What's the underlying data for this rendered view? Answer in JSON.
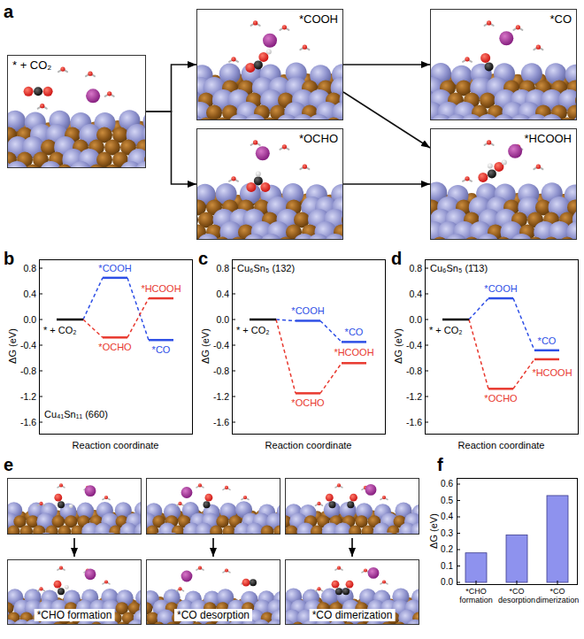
{
  "diagram": {
    "nodes": [
      {
        "text": [
          "* + CO₂"
        ]
      },
      {
        "text": [
          "*COOH"
        ]
      },
      {
        "text": [
          "*CO"
        ]
      },
      {
        "text": [
          "*OCHO"
        ]
      },
      {
        "text": [
          "*HCOOH"
        ]
      },
      {
        "text": [
          "*CHO formation"
        ]
      },
      {
        "text": [
          "*CO desorption"
        ]
      },
      {
        "text": [
          "*CO dimerization"
        ]
      }
    ],
    "edges": [
      {
        "from": 0,
        "to": 1,
        "arrow": "to"
      },
      {
        "from": 0,
        "to": 3,
        "arrow": "to"
      },
      {
        "from": 1,
        "to": 2,
        "arrow": "to"
      },
      {
        "from": 1,
        "to": 4,
        "arrow": "to"
      },
      {
        "from": 3,
        "to": 4,
        "arrow": "to"
      }
    ],
    "labels": [
      "a",
      "b",
      "c",
      "d",
      "e",
      "f",
      "ΔG (eV)",
      "0.8",
      "0.4",
      "0.0",
      "-0.4",
      "-0.8",
      "-1.2",
      "-1.6",
      "Reaction coordinate",
      "* + CO₂",
      "*COOH",
      "*OCHO",
      "*HCOOH",
      "*CO",
      "Cu₄₁Sn₁₁ (660)",
      "ΔG (eV)",
      "0.8",
      "0.4",
      "0.0",
      "-0.4",
      "-0.8",
      "-1.2",
      "-1.6",
      "Reaction coordinate",
      "* + CO₂",
      "*COOH",
      "*OCHO",
      "*HCOOH",
      "*CO",
      "Cu₆Sn₅ (132)",
      "ΔG (eV)",
      "0.8",
      "0.4",
      "0.0",
      "-0.4",
      "-0.8",
      "-1.2",
      "-1.6",
      "Reaction coordinate",
      "* + CO₂",
      "*COOH",
      "*OCHO",
      "*HCOOH",
      "*CO",
      "Cu₆Sn₅ (1̄13)",
      "ΔG (eV)",
      "0.6",
      "0.5",
      "0.4",
      "0.3",
      "0.2",
      "0.1",
      "0.0",
      "*CHO formation",
      "*CO desorption",
      "*CO dimerization"
    ]
  }
}
